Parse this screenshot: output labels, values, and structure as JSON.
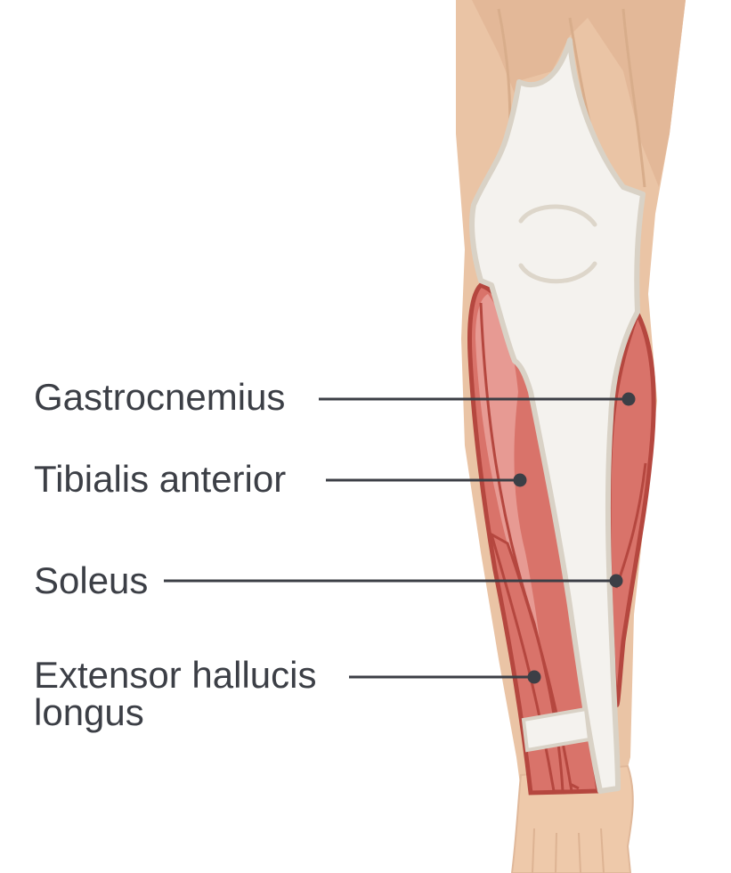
{
  "labels": {
    "gastrocnemius": "Gastrocnemius",
    "tibialis_anterior": "Tibialis anterior",
    "soleus": "Soleus",
    "extensor_line1": "Extensor hallucis",
    "extensor_line2": "longus"
  },
  "colors": {
    "skin": "#eac4a5",
    "skin_dark": "#d8ad8b",
    "bone": "#f4f2ee",
    "bone_outline": "#d9d2c6",
    "muscle": "#d9736a",
    "muscle_light": "#e79a93",
    "muscle_outline": "#b5473f",
    "leader_line": "#3c3f46"
  }
}
